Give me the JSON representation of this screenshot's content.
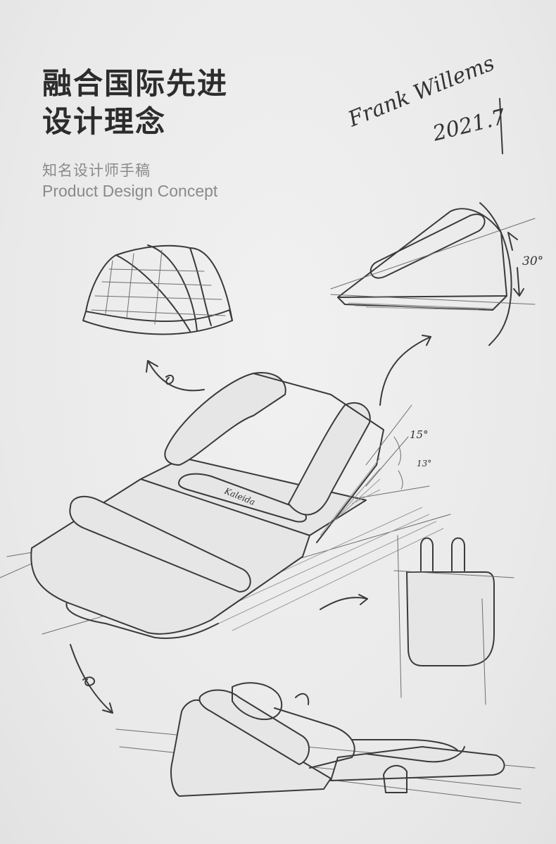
{
  "header": {
    "title_lines": [
      "融合国际先进",
      "设计理念"
    ],
    "subtitle_cn": "知名设计师手稿",
    "subtitle_en": "Product Design Concept"
  },
  "signature": {
    "name": "Frank Willems",
    "date": "2021.7"
  },
  "sketch_labels": {
    "angle_top": "30°",
    "angle_upper": "15°",
    "angle_lower": "13°",
    "brand": "Kaleida"
  },
  "colors": {
    "background": "#ececec",
    "heading": "#2c2c2c",
    "subtitle": "#8a8a8a",
    "ink": "#3a3a3a"
  }
}
